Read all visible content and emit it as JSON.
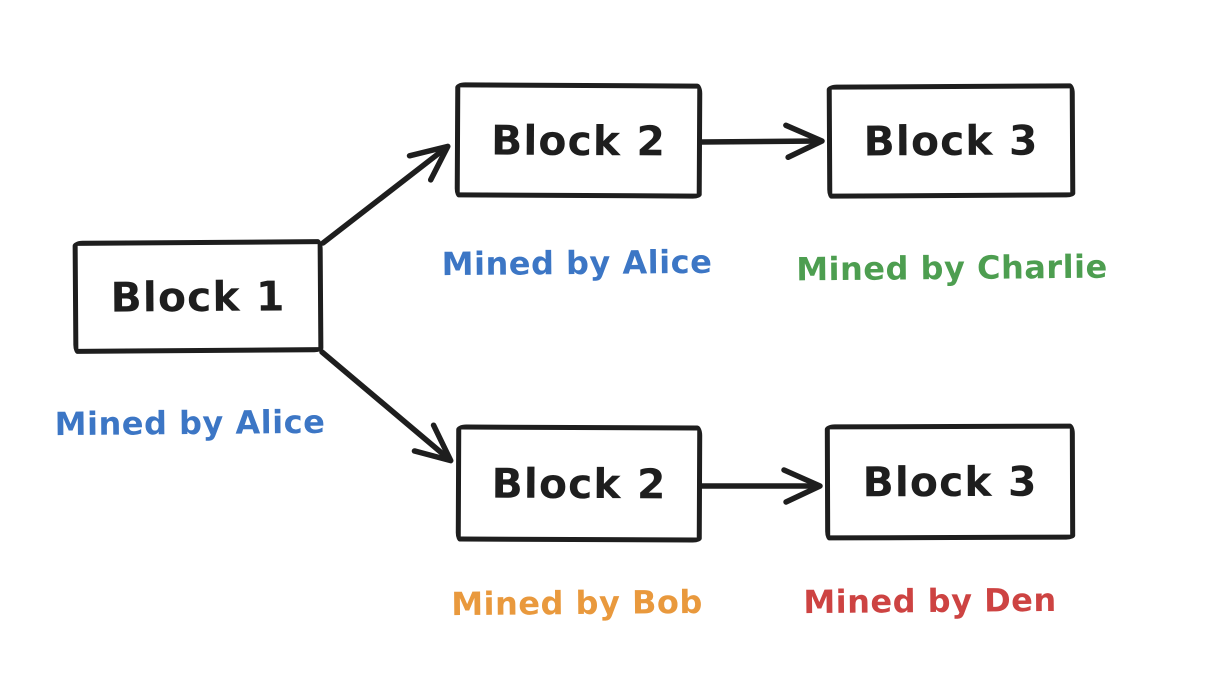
{
  "diagram": {
    "title_hint": "blockchain-fork",
    "background_color": "#ffffff",
    "stroke_color": "#1e1e1e",
    "nodes": [
      {
        "id": "block-1",
        "label": "Block 1"
      },
      {
        "id": "block-2-top",
        "label": "Block 2"
      },
      {
        "id": "block-3-top",
        "label": "Block 3"
      },
      {
        "id": "block-2-bottom",
        "label": "Block 2"
      },
      {
        "id": "block-3-bottom",
        "label": "Block 3"
      }
    ],
    "annotations": [
      {
        "for": "block-1",
        "text": "Mined by Alice",
        "color": "#3c76c5"
      },
      {
        "for": "block-2-top",
        "text": "Mined by Alice",
        "color": "#3c76c5"
      },
      {
        "for": "block-3-top",
        "text": "Mined by Charlie",
        "color": "#4d9e50"
      },
      {
        "for": "block-2-bottom",
        "text": "Mined by Bob",
        "color": "#e9993d"
      },
      {
        "for": "block-3-bottom",
        "text": "Mined by Den",
        "color": "#cd4342"
      }
    ],
    "edges": [
      {
        "from": "block-1",
        "to": "block-2-top"
      },
      {
        "from": "block-1",
        "to": "block-2-bottom"
      },
      {
        "from": "block-2-top",
        "to": "block-3-top"
      },
      {
        "from": "block-2-bottom",
        "to": "block-3-bottom"
      }
    ]
  }
}
